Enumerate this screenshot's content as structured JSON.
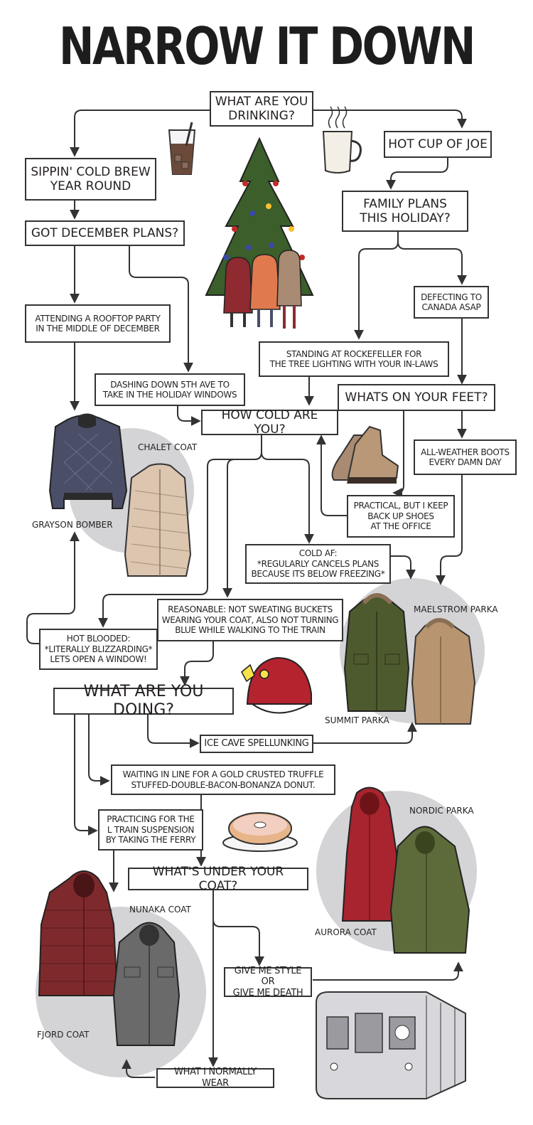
{
  "title": "NARROW IT DOWN",
  "nodes": {
    "q_drinking": "WHAT ARE YOU\nDRINKING?",
    "cold_brew": "SIPPIN' COLD BREW\nYEAR ROUND",
    "hot_joe": "HOT CUP OF JOE",
    "december": "GOT DECEMBER PLANS?",
    "family": "FAMILY PLANS\nTHIS HOLIDAY?",
    "rooftop": "ATTENDING A ROOFTOP PARTY\nIN THE MIDDLE OF DECEMBER",
    "canada": "DEFECTING TO\nCANADA ASAP",
    "rockefeller": "STANDING AT ROCKEFELLER FOR\nTHE TREE LIGHTING WITH YOUR IN-LAWS",
    "fifth_ave": "DASHING DOWN 5TH AVE TO\nTAKE IN THE HOLIDAY WINDOWS",
    "feet": "WHATS ON YOUR FEET?",
    "how_cold": "HOW COLD ARE YOU?",
    "boots": "ALL-WEATHER BOOTS\nEVERY DAMN DAY",
    "practical": "PRACTICAL, BUT I KEEP\nBACK UP SHOES\nAT THE OFFICE",
    "cold_af": "COLD AF:\n*REGULARLY CANCELS PLANS\nBECAUSE ITS BELOW FREEZING*",
    "reasonable": "REASONABLE: NOT SWEATING BUCKETS\nWEARING YOUR COAT, ALSO NOT TURNING\nBLUE WHILE WALKING TO THE TRAIN",
    "hot_blooded": "HOT BLOODED:\n*LITERALLY BLIZZARDING*\nLETS OPEN A WINDOW!",
    "doing": "WHAT ARE YOU DOING?",
    "ice_cave": "ICE CAVE SPELLUNKING",
    "donut_line": "WAITING IN LINE FOR A GOLD CRUSTED TRUFFLE\nSTUFFED-DOUBLE-BACON-BONANZA DONUT.",
    "ferry": "PRACTICING FOR THE\nL TRAIN SUSPENSION\nBY TAKING THE FERRY",
    "under_coat": "WHAT'S UNDER YOUR COAT?",
    "style": "GIVE ME STYLE OR\nGIVE ME DEATH",
    "normal": "WHAT I NORMALLY WEAR"
  },
  "coats": {
    "chalet": "CHALET COAT",
    "grayson": "GRAYSON BOMBER",
    "maelstrom": "MAELSTROM PARKA",
    "summit": "SUMMIT PARKA",
    "nordic": "NORDIC PARKA",
    "aurora": "AURORA COAT",
    "nunaka": "NUNAKA COAT",
    "fjord": "FJORD COAT"
  },
  "colors": {
    "line": "#333333",
    "circle": "#d4d4d6",
    "tree": "#3b5e2a",
    "bomber": "#4a4e66",
    "chalet": "#dcc6b0",
    "parka_green": "#4d5a2e",
    "parka_tan": "#b89570",
    "red": "#a8242e",
    "olive": "#5d6b3a",
    "maroon": "#7e2a2c",
    "gray": "#6a6a6a"
  },
  "icons": [
    "iced-coffee-icon",
    "hot-coffee-icon",
    "christmas-tree-icon",
    "boots-icon",
    "helmet-icon",
    "donut-icon",
    "subway-train-icon"
  ]
}
